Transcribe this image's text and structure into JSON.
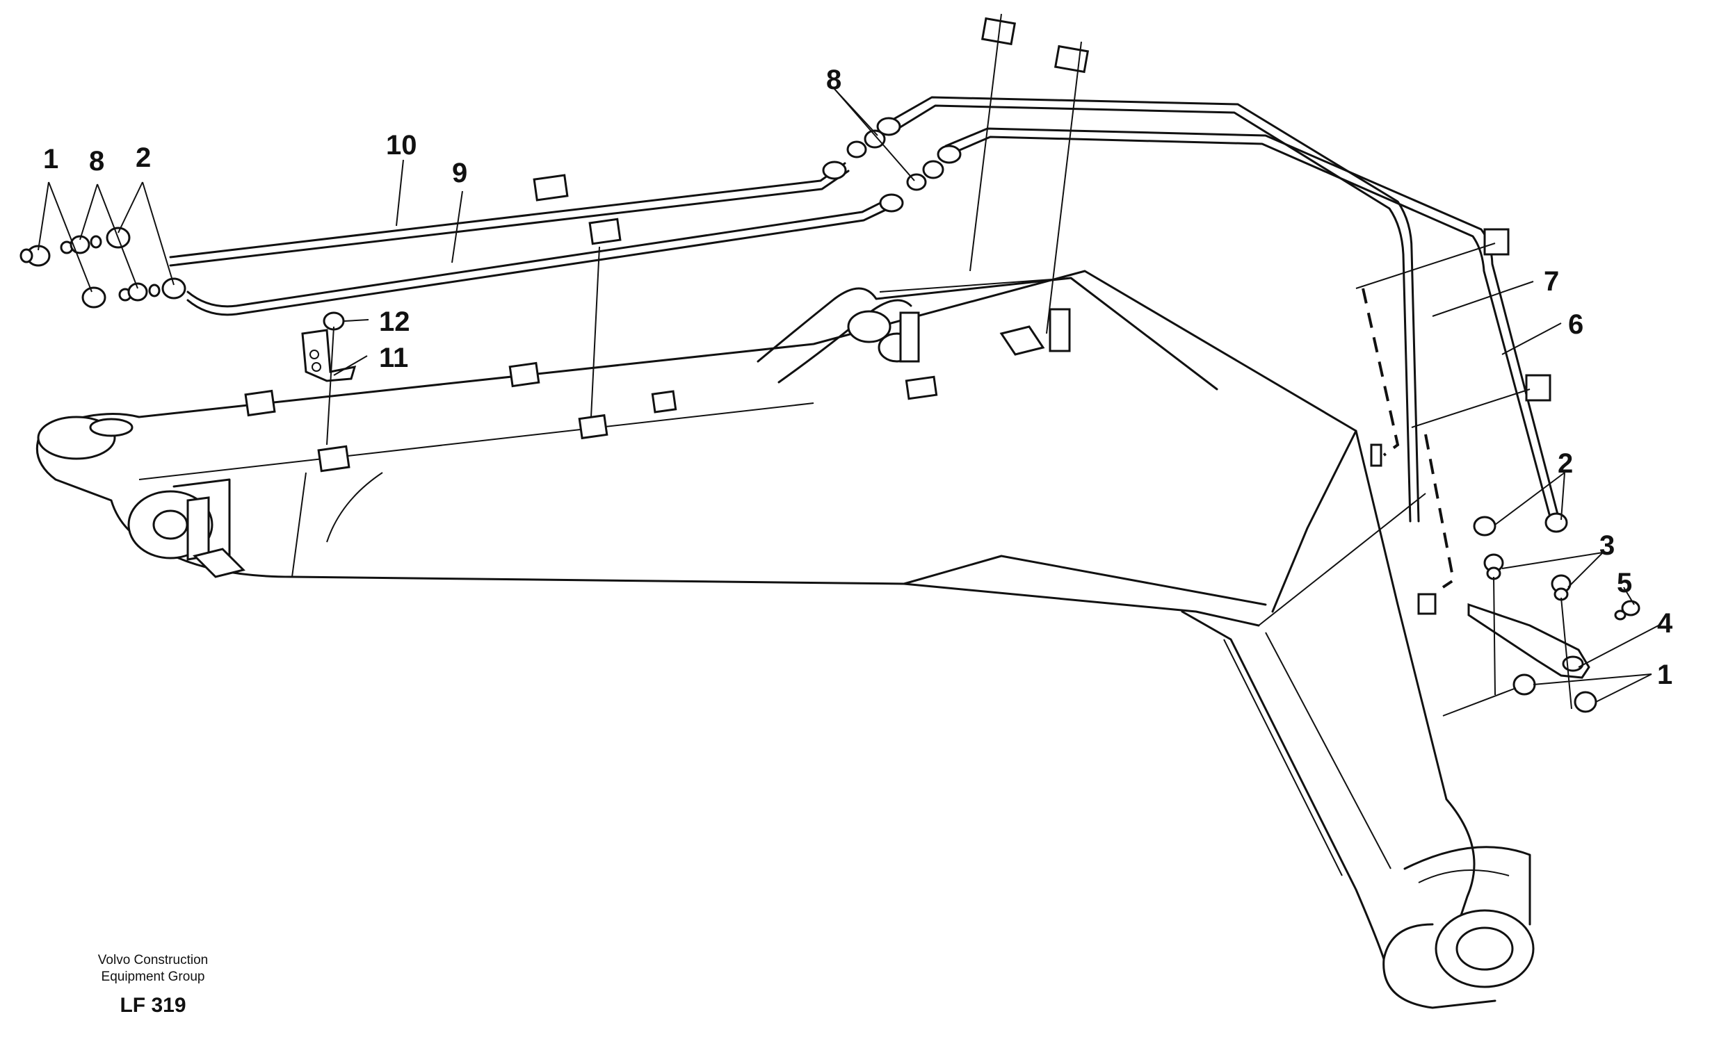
{
  "footer": {
    "company_line_1": "Volvo Construction",
    "company_line_2": "Equipment Group",
    "figure_code": "LF 319"
  },
  "callouts": [
    {
      "id": "c1a",
      "label": "1"
    },
    {
      "id": "c8a",
      "label": "8"
    },
    {
      "id": "c2a",
      "label": "2"
    },
    {
      "id": "c10",
      "label": "10"
    },
    {
      "id": "c9",
      "label": "9"
    },
    {
      "id": "c8b",
      "label": "8"
    },
    {
      "id": "c12",
      "label": "12"
    },
    {
      "id": "c11",
      "label": "11"
    },
    {
      "id": "c7",
      "label": "7"
    },
    {
      "id": "c6",
      "label": "6"
    },
    {
      "id": "c2b",
      "label": "2"
    },
    {
      "id": "c3",
      "label": "3"
    },
    {
      "id": "c5",
      "label": "5"
    },
    {
      "id": "c4",
      "label": "4"
    },
    {
      "id": "c1b",
      "label": "1"
    }
  ]
}
